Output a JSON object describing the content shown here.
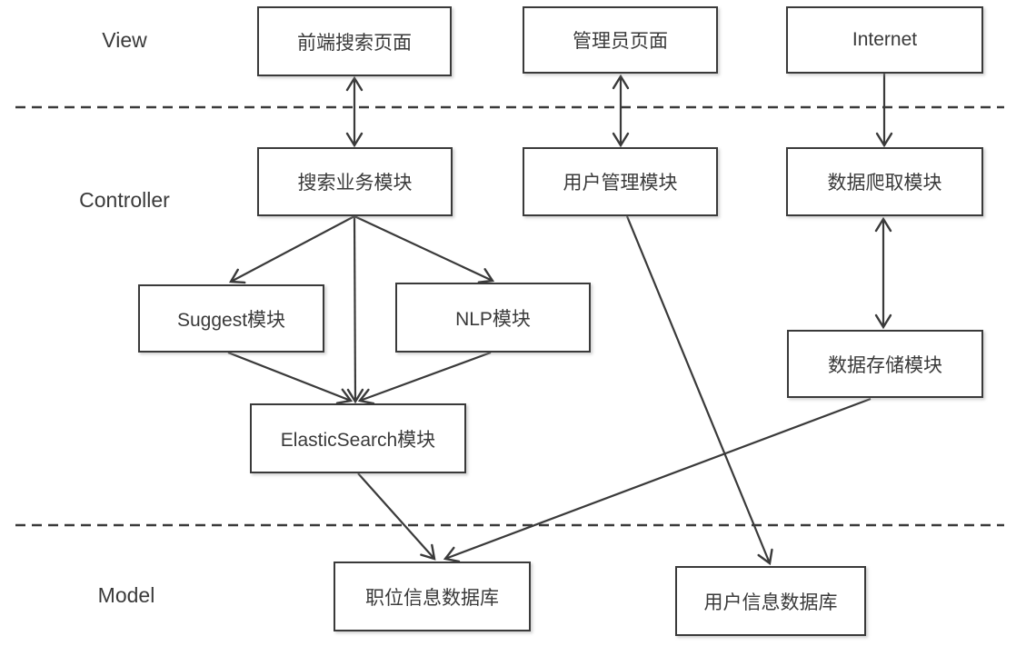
{
  "layers": [
    {
      "id": "view",
      "label": "View"
    },
    {
      "id": "controller",
      "label": "Controller"
    },
    {
      "id": "model",
      "label": "Model"
    }
  ],
  "nodes": {
    "frontend_search_page": {
      "label": "前端搜索页面",
      "layer": "View"
    },
    "admin_page": {
      "label": "管理员页面",
      "layer": "View"
    },
    "internet": {
      "label": "Internet",
      "layer": "View"
    },
    "search_business": {
      "label": "搜索业务模块",
      "layer": "Controller"
    },
    "user_management": {
      "label": "用户管理模块",
      "layer": "Controller"
    },
    "data_crawler": {
      "label": "数据爬取模块",
      "layer": "Controller"
    },
    "suggest": {
      "label": "Suggest模块",
      "layer": "Controller"
    },
    "nlp": {
      "label": "NLP模块",
      "layer": "Controller"
    },
    "data_storage": {
      "label": "数据存储模块",
      "layer": "Controller"
    },
    "elasticsearch": {
      "label": "ElasticSearch模块",
      "layer": "Controller"
    },
    "job_db": {
      "label": "职位信息数据库",
      "layer": "Model"
    },
    "user_db": {
      "label": "用户信息数据库",
      "layer": "Model"
    }
  },
  "edges": [
    {
      "from": "frontend_search_page",
      "to": "search_business",
      "direction": "bidirectional"
    },
    {
      "from": "admin_page",
      "to": "user_management",
      "direction": "bidirectional"
    },
    {
      "from": "internet",
      "to": "data_crawler",
      "direction": "one-way"
    },
    {
      "from": "search_business",
      "to": "suggest",
      "direction": "one-way"
    },
    {
      "from": "search_business",
      "to": "elasticsearch",
      "direction": "one-way"
    },
    {
      "from": "search_business",
      "to": "nlp",
      "direction": "one-way"
    },
    {
      "from": "suggest",
      "to": "elasticsearch",
      "direction": "one-way"
    },
    {
      "from": "nlp",
      "to": "elasticsearch",
      "direction": "one-way"
    },
    {
      "from": "data_crawler",
      "to": "data_storage",
      "direction": "bidirectional"
    },
    {
      "from": "elasticsearch",
      "to": "job_db",
      "direction": "one-way"
    },
    {
      "from": "data_storage",
      "to": "job_db",
      "direction": "one-way"
    },
    {
      "from": "user_management",
      "to": "user_db",
      "direction": "one-way"
    }
  ],
  "colors": {
    "line": "#3a3a3a",
    "text": "#3a3a3a",
    "box_border": "#3a3a3a",
    "box_fill": "#ffffff",
    "background": "#ffffff"
  }
}
